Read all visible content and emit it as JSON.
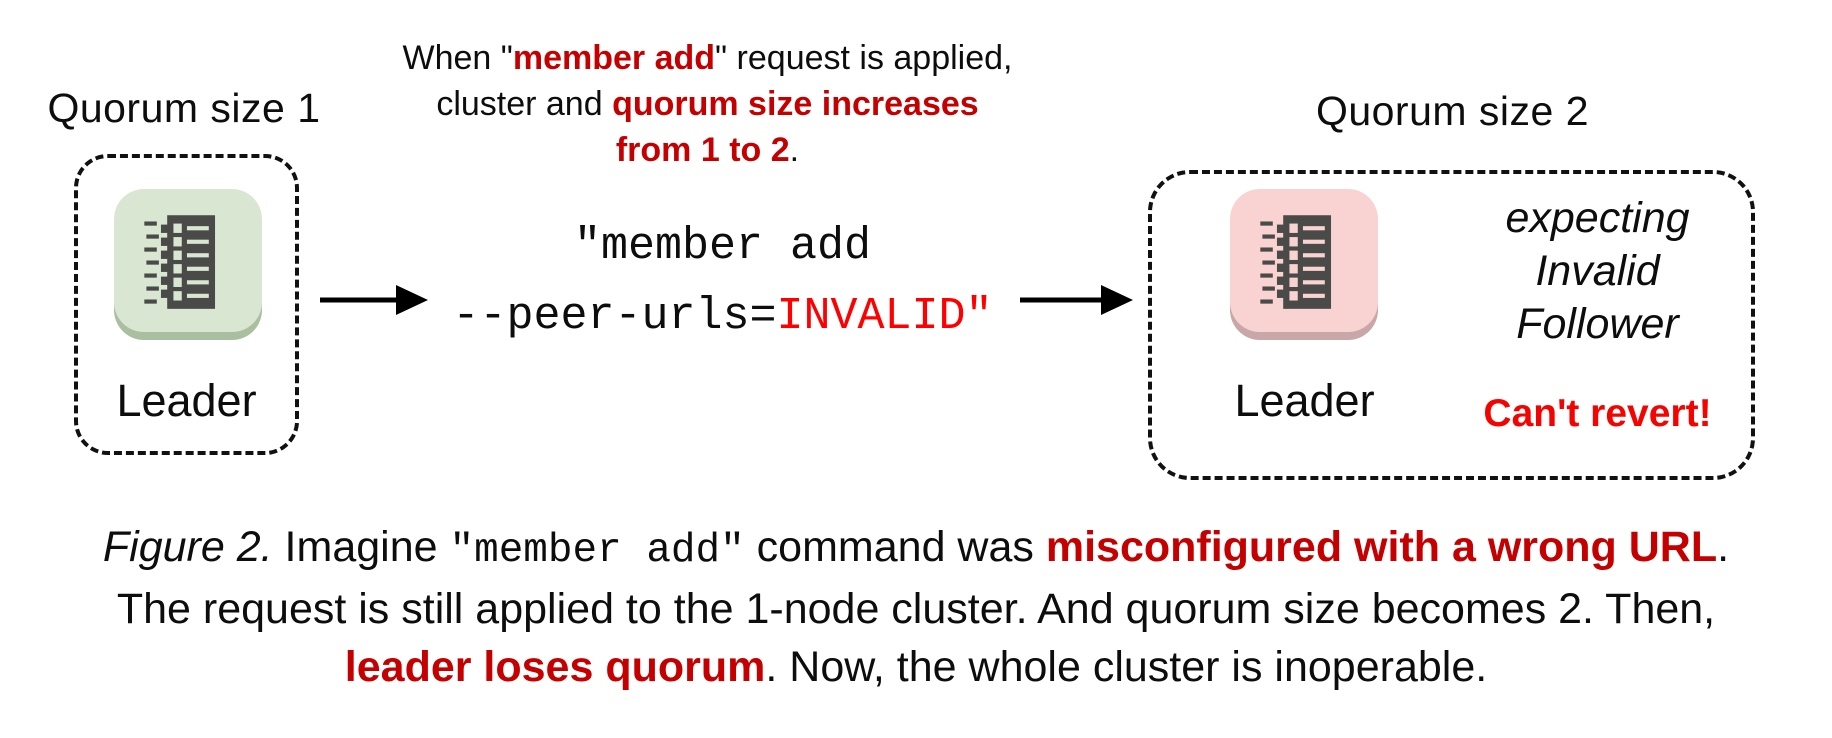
{
  "left_cluster": {
    "title": "Quorum size 1",
    "node_label": "Leader"
  },
  "right_cluster": {
    "title": "Quorum size 2",
    "node_label": "Leader",
    "expecting_lines": [
      "expecting",
      "Invalid",
      "Follower"
    ],
    "warning": "Can't revert!"
  },
  "annotation": {
    "line1_pre": "When \"",
    "line1_em": "member add",
    "line1_post": "\" request is applied,",
    "line2_pre": "cluster and ",
    "line2_em": "quorum size increases",
    "line3_em": "from 1 to 2",
    "line3_post": "."
  },
  "command": {
    "line1": "\"member add",
    "line2_pre": "--peer-urls=",
    "line2_em": "INVALID\""
  },
  "caption": {
    "figure_label": "Figure 2.",
    "seg1": " Imagine ",
    "code1": "\"member add\"",
    "seg2": " command was ",
    "em1": "misconfigured with a wrong URL",
    "seg3": ".",
    "line2": "The request is still applied to the 1-node cluster. And quorum size becomes 2. Then,",
    "em2": "leader loses quorum",
    "seg4": ". Now, the whole cluster is inoperable."
  },
  "colors": {
    "emphasis_red": "#c40000",
    "code_invalid_red": "#ff0000",
    "warning_red": "#f40400",
    "node_green": "#d9e7d2",
    "node_green_shadow": "#a9bfa0",
    "node_pink": "#f8d3d1",
    "node_pink_shadow": "#c9a7a9",
    "glyph_dark": "#4a4a48",
    "text_black": "#0d0d0d"
  },
  "icons": {
    "node_glyph": "member-log-icon",
    "arrow": "right-arrow-icon"
  }
}
